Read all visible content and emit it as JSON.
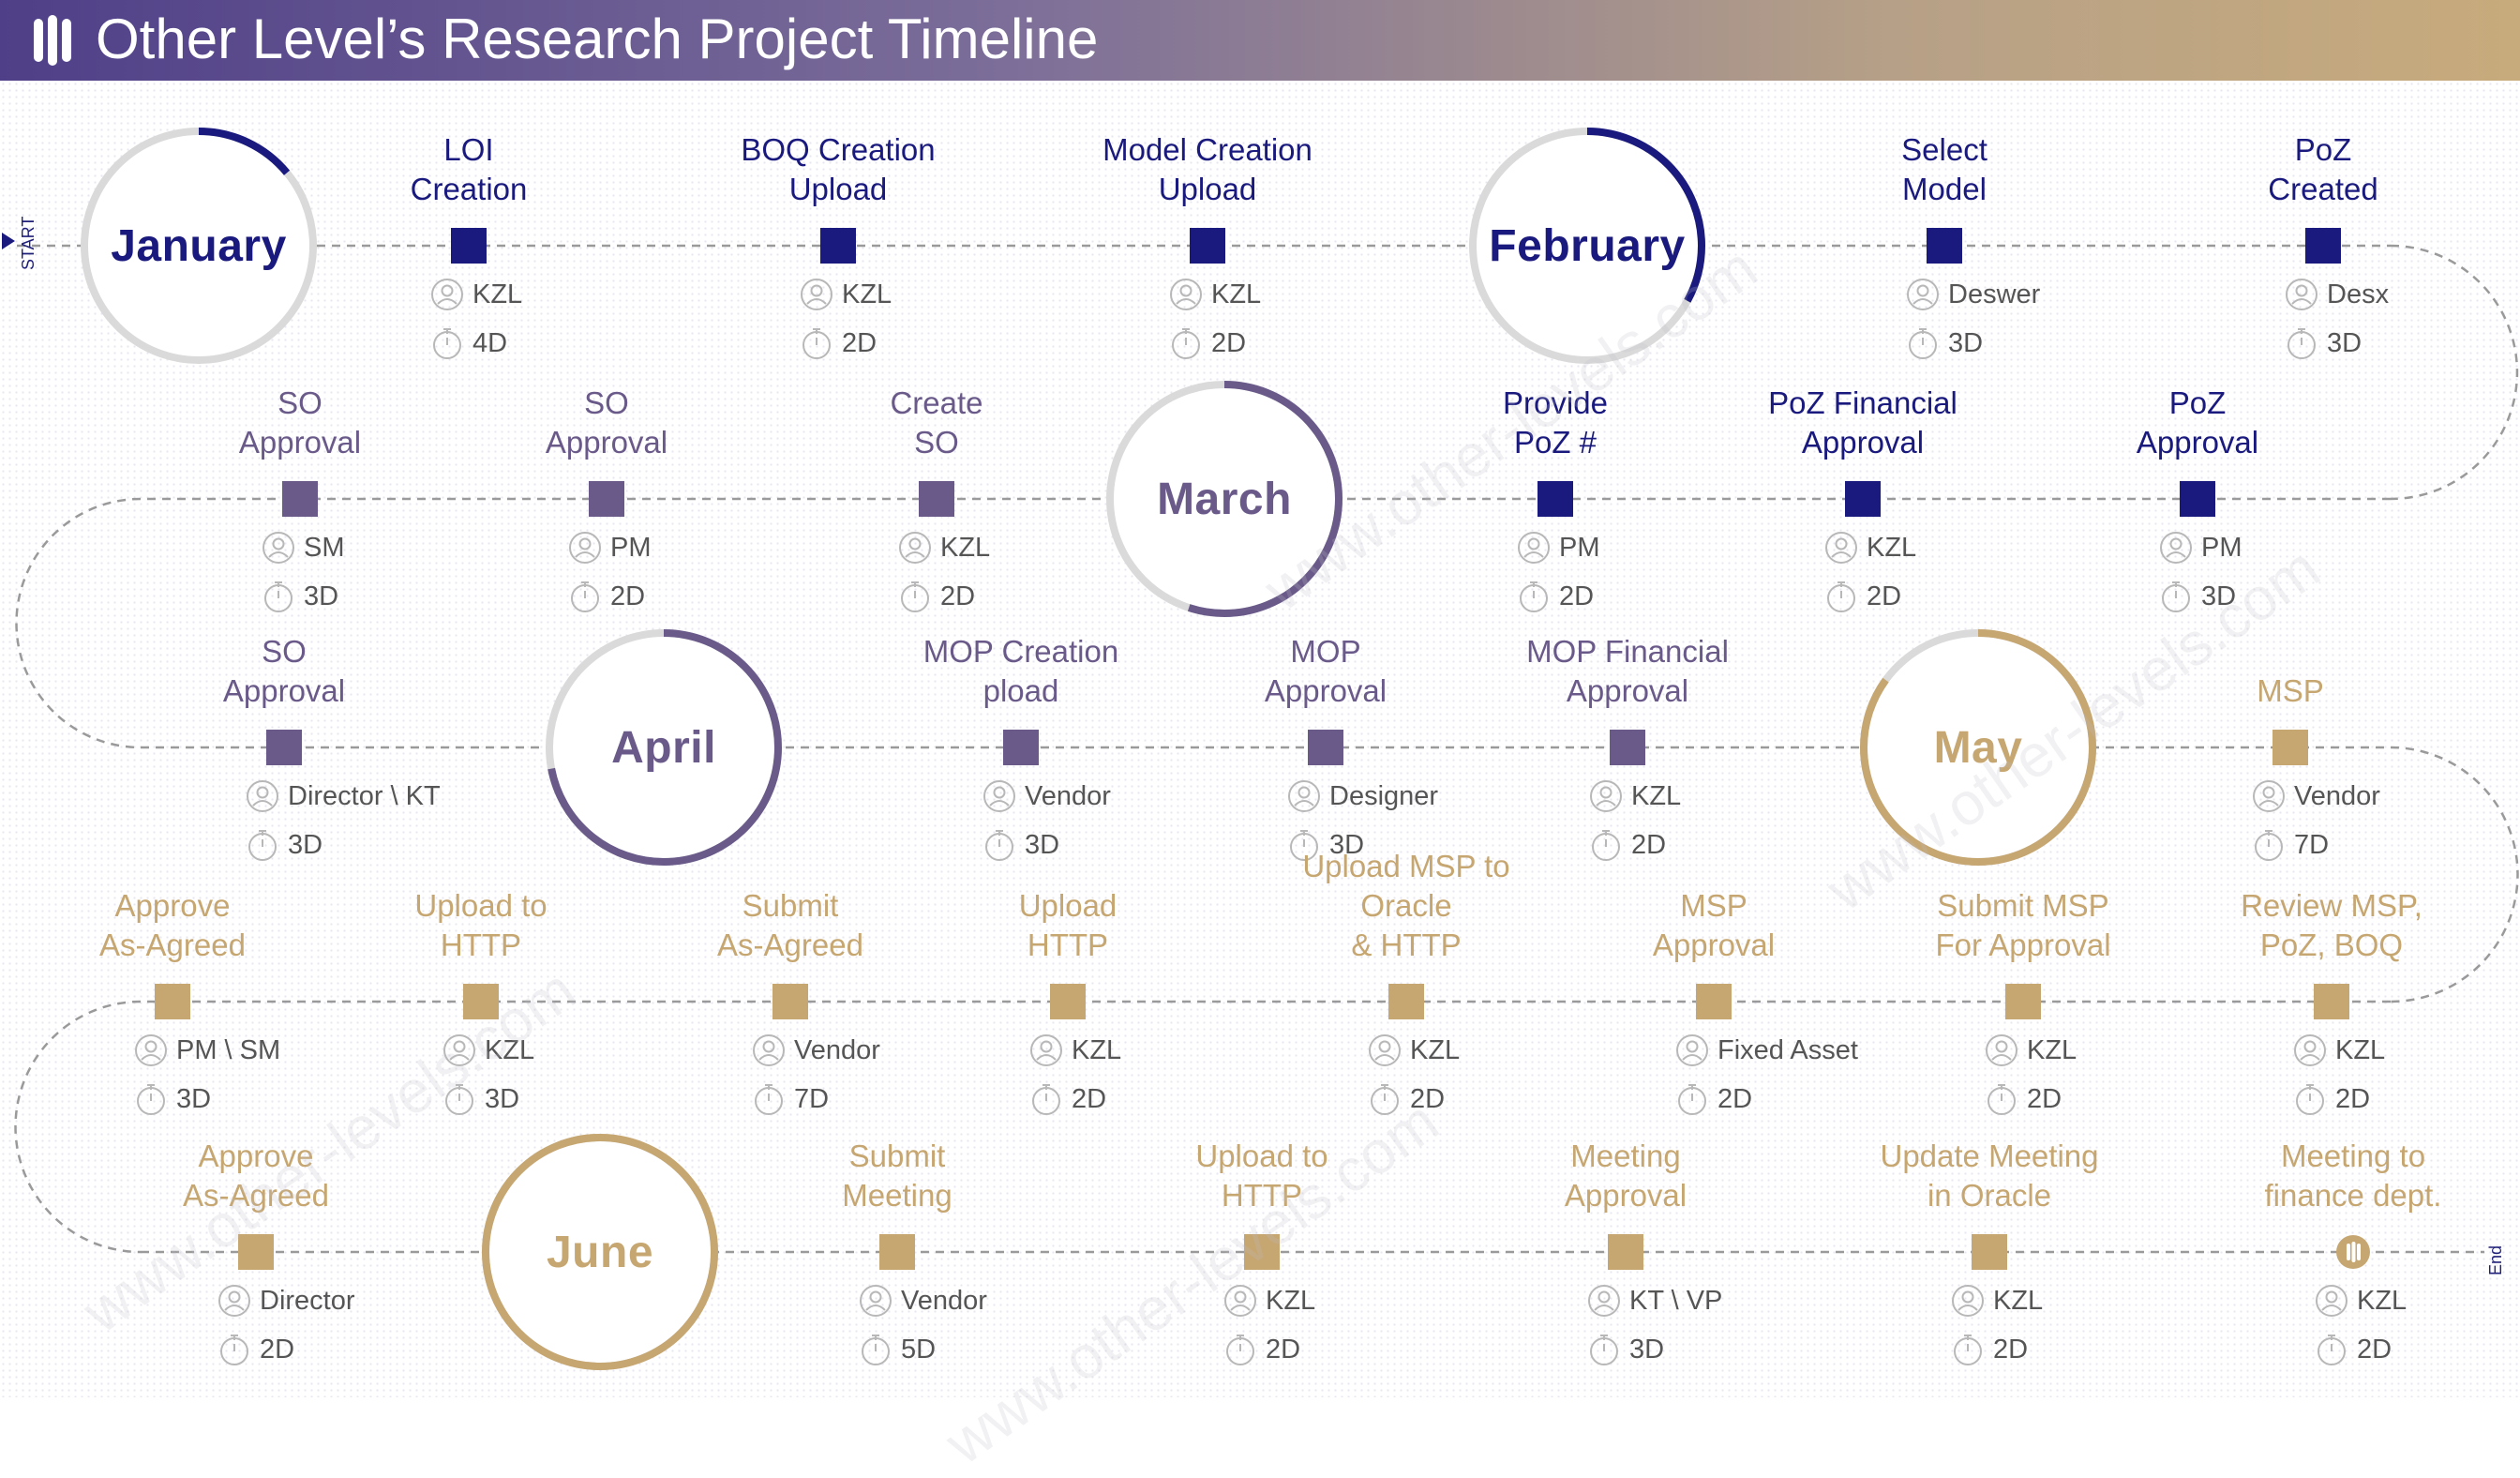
{
  "header": {
    "title": "Other Level’s Research Project Timeline"
  },
  "side_labels": {
    "start": "START",
    "end": "End"
  },
  "watermark": "www.other-levels.com",
  "colors": {
    "navy": "#1a1a7e",
    "purple": "#6a5a8a",
    "gold": "#c6a671",
    "ring_gray": "#dadada",
    "line_gray": "#9a9a9a"
  },
  "months": [
    {
      "name": "January",
      "color": "navy",
      "progress": 0.14
    },
    {
      "name": "February",
      "color": "navy",
      "progress": 0.33
    },
    {
      "name": "March",
      "color": "purple",
      "progress": 0.55
    },
    {
      "name": "April",
      "color": "purple",
      "progress": 0.72
    },
    {
      "name": "May",
      "color": "gold",
      "progress": 0.85
    },
    {
      "name": "June",
      "color": "gold",
      "progress": 1.0
    }
  ],
  "tasks": [
    {
      "title": "LOI\nCreation",
      "owner": "KZL",
      "duration": "4D",
      "color": "navy"
    },
    {
      "title": "BOQ Creation\nUpload",
      "owner": "KZL",
      "duration": "2D",
      "color": "navy"
    },
    {
      "title": "Model Creation\nUpload",
      "owner": "KZL",
      "duration": "2D",
      "color": "navy"
    },
    {
      "title": "Select\nModel",
      "owner": "Deswer",
      "duration": "3D",
      "color": "navy"
    },
    {
      "title": "PoZ\nCreated",
      "owner": "Desx",
      "duration": "3D",
      "color": "navy"
    },
    {
      "title": "SO\nApproval",
      "owner": "SM",
      "duration": "3D",
      "color": "purple"
    },
    {
      "title": "SO\nApproval",
      "owner": "PM",
      "duration": "2D",
      "color": "purple"
    },
    {
      "title": "Create\nSO",
      "owner": "KZL",
      "duration": "2D",
      "color": "purple"
    },
    {
      "title": "Provide\nPoZ #",
      "owner": "PM",
      "duration": "2D",
      "color": "navy"
    },
    {
      "title": "PoZ Financial\nApproval",
      "owner": "KZL",
      "duration": "2D",
      "color": "navy"
    },
    {
      "title": "PoZ\nApproval",
      "owner": "PM",
      "duration": "3D",
      "color": "navy"
    },
    {
      "title": "SO\nApproval",
      "owner": "Director \\ KT",
      "duration": "3D",
      "color": "purple"
    },
    {
      "title": "MOP Creation\npload",
      "owner": "Vendor",
      "duration": "3D",
      "color": "purple"
    },
    {
      "title": "MOP\nApproval",
      "owner": "Designer",
      "duration": "3D",
      "color": "purple"
    },
    {
      "title": "MOP Financial\nApproval",
      "owner": "KZL",
      "duration": "2D",
      "color": "purple"
    },
    {
      "title": "MSP",
      "owner": "Vendor",
      "duration": "7D",
      "color": "gold"
    },
    {
      "title": "Approve\nAs-Agreed",
      "owner": "PM \\ SM",
      "duration": "3D",
      "color": "gold"
    },
    {
      "title": "Upload to\nHTTP",
      "owner": "KZL",
      "duration": "3D",
      "color": "gold"
    },
    {
      "title": "Submit\nAs-Agreed",
      "owner": "Vendor",
      "duration": "7D",
      "color": "gold"
    },
    {
      "title": "Upload\nHTTP",
      "owner": "KZL",
      "duration": "2D",
      "color": "gold"
    },
    {
      "title": "Upload MSP to Oracle\n& HTTP",
      "owner": "KZL",
      "duration": "2D",
      "color": "gold"
    },
    {
      "title": "MSP\nApproval",
      "owner": "Fixed Asset",
      "duration": "2D",
      "color": "gold"
    },
    {
      "title": "Submit MSP\nFor Approval",
      "owner": "KZL",
      "duration": "2D",
      "color": "gold"
    },
    {
      "title": "Review MSP,\nPoZ, BOQ",
      "owner": "KZL",
      "duration": "2D",
      "color": "gold"
    },
    {
      "title": "Approve\nAs-Agreed",
      "owner": "Director",
      "duration": "2D",
      "color": "gold"
    },
    {
      "title": "Submit\nMeeting",
      "owner": "Vendor",
      "duration": "5D",
      "color": "gold"
    },
    {
      "title": "Upload to\nHTTP",
      "owner": "KZL",
      "duration": "2D",
      "color": "gold"
    },
    {
      "title": "Meeting\nApproval",
      "owner": "KT \\ VP",
      "duration": "3D",
      "color": "gold"
    },
    {
      "title": "Update Meeting\nin Oracle",
      "owner": "KZL",
      "duration": "2D",
      "color": "gold"
    },
    {
      "title": "Meeting to\nfinance dept.",
      "owner": "KZL",
      "duration": "2D",
      "color": "gold",
      "finish": true
    }
  ]
}
